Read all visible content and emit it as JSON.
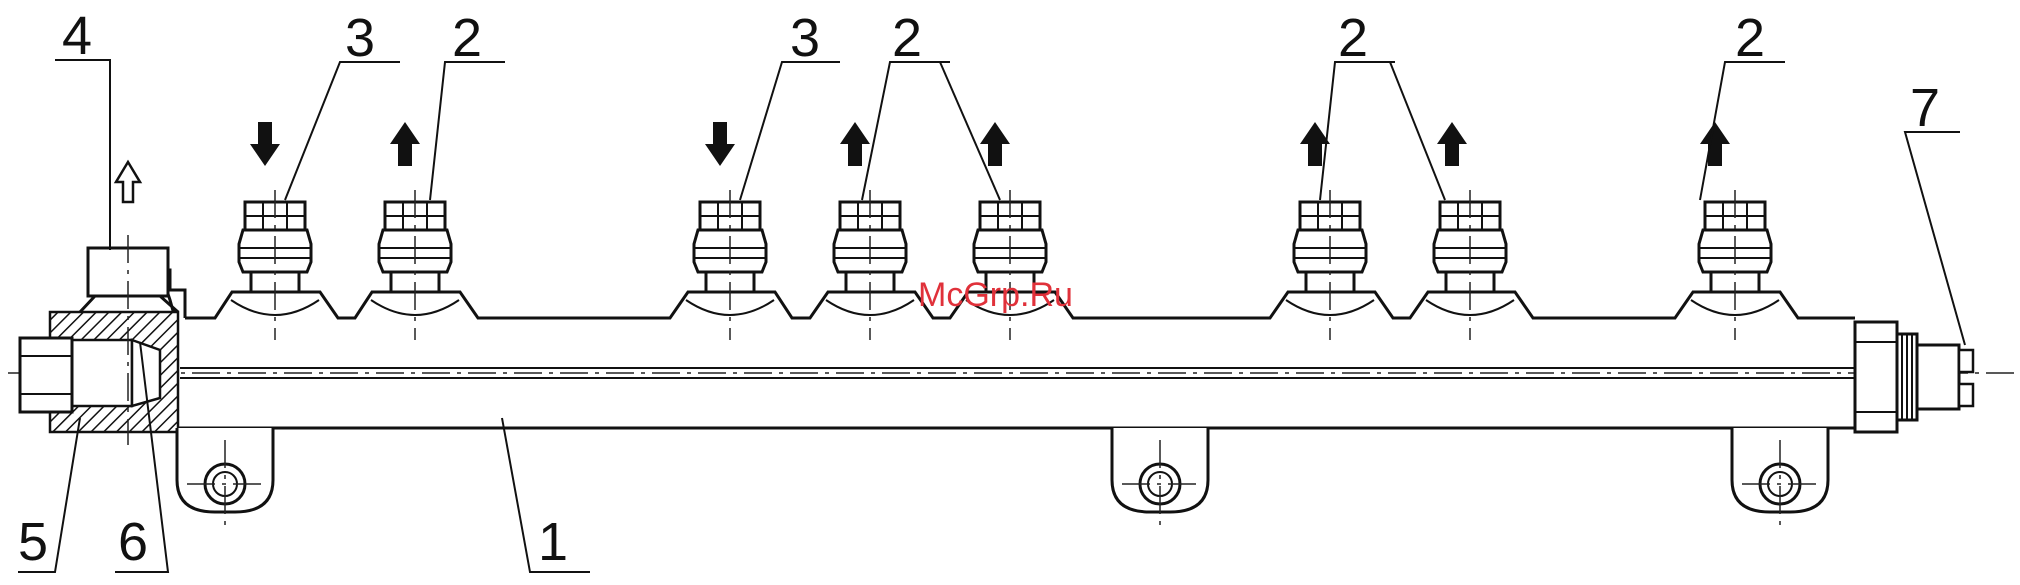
{
  "watermark": "McGrp.Ru",
  "callouts": {
    "c1": "1",
    "c2a": "2",
    "c2b": "2",
    "c2c": "2",
    "c2d": "2",
    "c3a": "3",
    "c3b": "3",
    "c4": "4",
    "c5": "5",
    "c6": "6",
    "c7": "7"
  },
  "colors": {
    "line": "#111111",
    "watermark": "#e0313a",
    "background": "#ffffff"
  }
}
